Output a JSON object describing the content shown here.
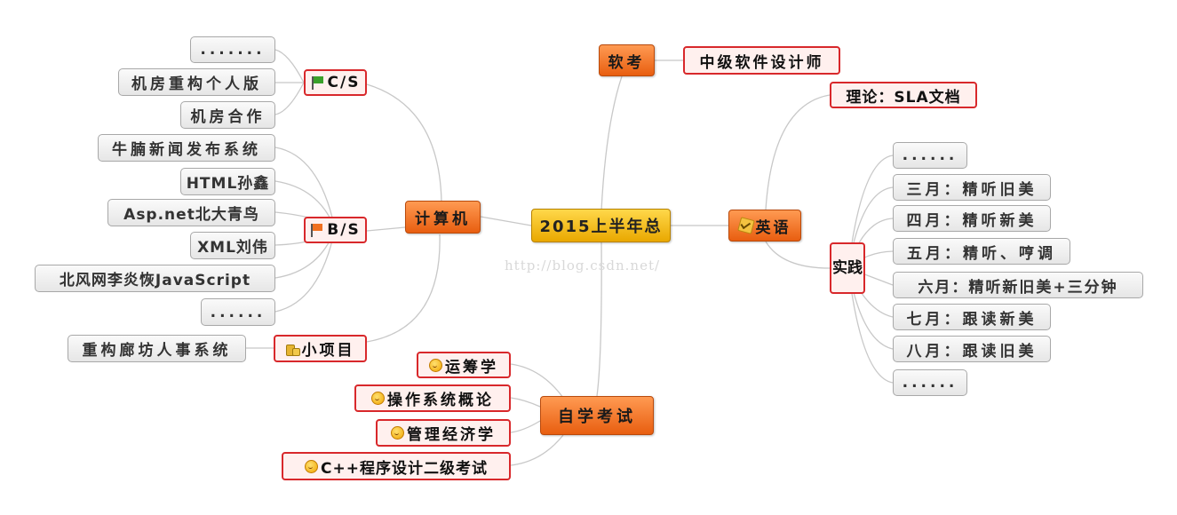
{
  "root": "2015上半年总",
  "watermark": "http://blog.csdn.net/",
  "branches": {
    "computer": {
      "label": "计算机",
      "cs": {
        "label": "C/S",
        "icon": "green-flag-icon",
        "items": [
          ".......",
          "机房重构个人版",
          "机房合作"
        ]
      },
      "bs": {
        "label": "B/S",
        "icon": "orange-flag-icon",
        "items": [
          "牛腩新闻发布系统",
          "HTML孙鑫",
          "Asp.net北大青鸟",
          "XML刘伟",
          "北风网李炎恢JavaScript",
          "......"
        ]
      },
      "small_project": {
        "label": "小项目",
        "icon": "coins-icon",
        "items": [
          "重构廊坊人事系统"
        ]
      }
    },
    "ruankao": {
      "label": "软考",
      "items": [
        "中级软件设计师"
      ]
    },
    "english": {
      "label": "英语",
      "icon": "check-icon",
      "theory": "理论：SLA文档",
      "practice": {
        "label": "实践",
        "items": [
          "......",
          "三月：精听旧美",
          "四月：精听新美",
          "五月：精听、哼调",
          "六月：精听新旧美+三分钟",
          "七月：跟读新美",
          "八月：跟读旧美",
          "......"
        ]
      }
    },
    "self_study": {
      "label": "自学考试",
      "icon": "smiley-icon",
      "items": [
        "运筹学",
        "操作系统概论",
        "管理经济学",
        "C++程序设计二级考试"
      ]
    }
  },
  "colors": {
    "root": "#f0b400",
    "main": "#f07020",
    "sub_border": "#d8282b",
    "leaf_border": "#a8a8a8",
    "link": "#c8c8c8"
  }
}
